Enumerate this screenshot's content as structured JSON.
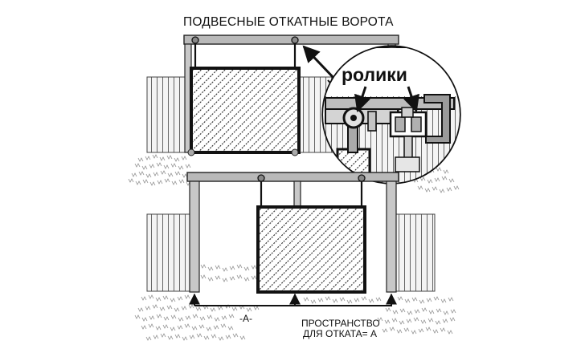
{
  "title": "ПОДВЕСНЫЕ ОТКАТНЫЕ ВОРОТА",
  "callout_label": "ролики",
  "dimension_label": "-A-",
  "rollback_space_line1": "ПРОСТРАНСТВО",
  "rollback_space_line2": "ДЛЯ ОТКАТА= А",
  "colors": {
    "ink": "#111111",
    "frame_fill": "#c8c8c8",
    "rail_fill": "#b9b9b9",
    "fence_fill": "#f4f4f4",
    "ground": "#9a9a9a"
  }
}
